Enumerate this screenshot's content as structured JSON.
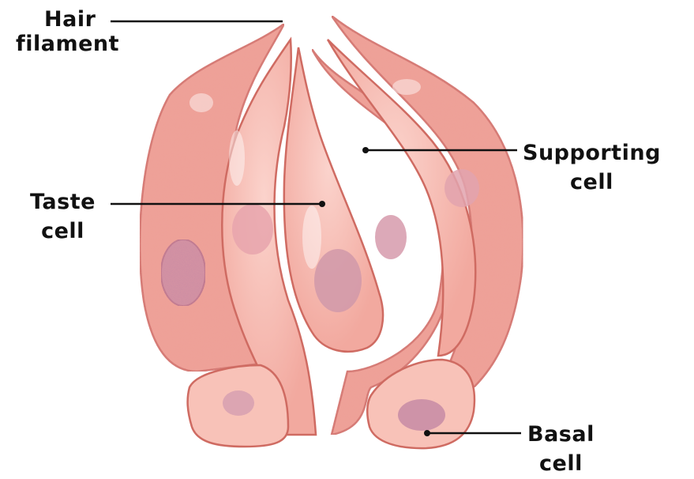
{
  "labels": {
    "hair_filament": [
      "Hair",
      "filament"
    ],
    "supporting_cell": [
      "Supporting",
      "cell"
    ],
    "taste_cell": [
      "Taste",
      "cell"
    ],
    "basal_cell": [
      "Basal",
      "cell"
    ]
  },
  "colors": {
    "cell_fill": "#f2a59a",
    "cell_fill_light": "#f8c3ba",
    "cell_outline": "#cf6b62",
    "nucleus": "#c68aa2",
    "leader_line": "#111111",
    "label_text": "#111111"
  }
}
